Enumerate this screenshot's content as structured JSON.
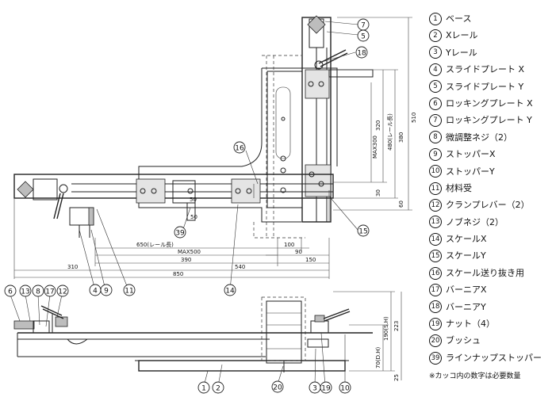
{
  "legend": [
    {
      "num": "1",
      "label": "ベース"
    },
    {
      "num": "2",
      "label": "Xレール"
    },
    {
      "num": "3",
      "label": "Yレール"
    },
    {
      "num": "4",
      "label": "スライドプレート X"
    },
    {
      "num": "5",
      "label": "スライドプレート Y"
    },
    {
      "num": "6",
      "label": "ロッキングプレート X"
    },
    {
      "num": "7",
      "label": "ロッキングプレート Y"
    },
    {
      "num": "8",
      "label": "微調整ネジ（2）"
    },
    {
      "num": "9",
      "label": "ストッパーX"
    },
    {
      "num": "10",
      "label": "ストッパーY"
    },
    {
      "num": "11",
      "label": "材料受"
    },
    {
      "num": "12",
      "label": "クランプレバー（2）"
    },
    {
      "num": "13",
      "label": "ノブネジ（2）"
    },
    {
      "num": "14",
      "label": "スケールX"
    },
    {
      "num": "15",
      "label": "スケールY"
    },
    {
      "num": "16",
      "label": "スケール送り抜き用"
    },
    {
      "num": "17",
      "label": "バーニアX"
    },
    {
      "num": "18",
      "label": "バーニアY"
    },
    {
      "num": "19",
      "label": "ナット（4）"
    },
    {
      "num": "20",
      "label": "ブッシュ"
    },
    {
      "num": "39",
      "label": "ラインナップストッパー"
    }
  ],
  "note": "※カッコ内の数字は必要数量",
  "dims": {
    "d510": "510",
    "d480": "480(レール長)",
    "dmax300": "MAX300",
    "d320": "320",
    "d380": "380",
    "d30": "30",
    "d60": "60",
    "d650": "650(レール長)",
    "dmax500": "MAX500",
    "d390": "390",
    "d310": "310",
    "d540": "540",
    "d850": "850",
    "d100": "100",
    "d90": "90",
    "d150": "150",
    "d50a": "50",
    "d50b": "50",
    "d70": "70(D.H)",
    "d190": "190(S.H)",
    "d223": "223",
    "d25": "25"
  },
  "callouts": {
    "c7": "7",
    "c5": "5",
    "c18": "18",
    "c16": "16",
    "c15": "15",
    "c39": "39",
    "c14": "14",
    "c4": "4",
    "c9": "9",
    "c11": "11",
    "c6": "6",
    "c13": "13",
    "c8": "8",
    "c17": "17",
    "c12": "12",
    "c20": "20",
    "c1": "1",
    "c2": "2",
    "c3": "3",
    "c19": "19",
    "c10": "10"
  }
}
